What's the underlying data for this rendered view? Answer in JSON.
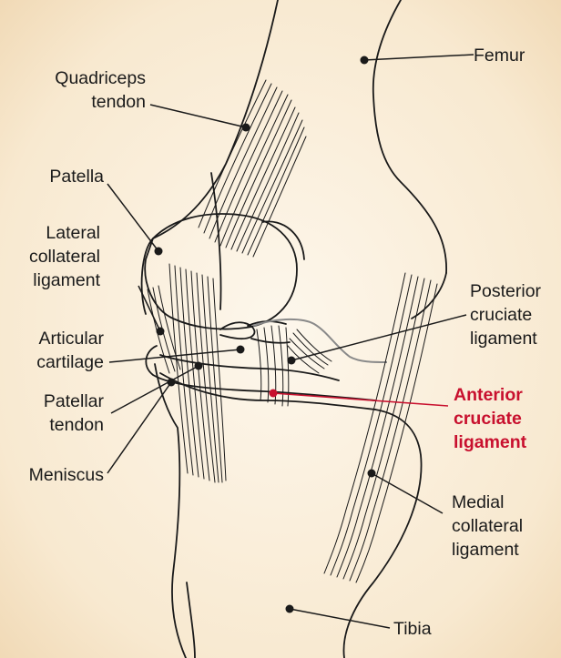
{
  "colors": {
    "background_light": "#fdf5e6",
    "background_dark": "#f3dcb8",
    "highlight": "#c8102e",
    "ink": "#1a1a1a",
    "grey_line": "#8a8a8a"
  },
  "labels": {
    "femur": "Femur",
    "quadriceps_tendon": [
      "Quadriceps",
      "tendon"
    ],
    "patella": "Patella",
    "lateral_collateral_ligament": [
      "Lateral",
      "collateral",
      "ligament"
    ],
    "articular_cartilage": [
      "Articular",
      "cartilage"
    ],
    "patellar_tendon": [
      "Patellar",
      "tendon"
    ],
    "meniscus": "Meniscus",
    "posterior_cruciate_ligament": [
      "Posterior",
      "cruciate",
      "ligament"
    ],
    "anterior_cruciate_ligament": [
      "Anterior",
      "cruciate",
      "ligament"
    ],
    "medial_collateral_ligament": [
      "Medial",
      "collateral",
      "ligament"
    ],
    "tibia": "Tibia"
  }
}
